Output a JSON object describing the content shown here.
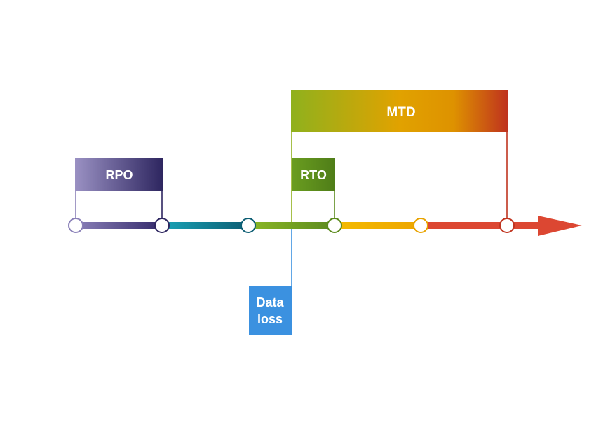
{
  "diagram": {
    "labels": {
      "rpo": "RPO",
      "rto": "RTO",
      "mtd": "MTD",
      "data_loss_line1": "Data",
      "data_loss_line2": "loss"
    },
    "colors": {
      "rpo_start": "#9a91c3",
      "rpo_end": "#2e2660",
      "teal_start": "#1aa3b6",
      "teal_end": "#0c5d73",
      "green_start": "#8bb826",
      "green_end": "#5c8a1e",
      "orange_start": "#f2b200",
      "orange_end": "#e8a300",
      "red": "#dc4732",
      "data_loss_blue": "#3b91e0",
      "rto_green": "#5b8a1c",
      "mtd_green": "#8fb11d",
      "mtd_orange": "#e1a200",
      "mtd_red": "#c0341f"
    }
  }
}
